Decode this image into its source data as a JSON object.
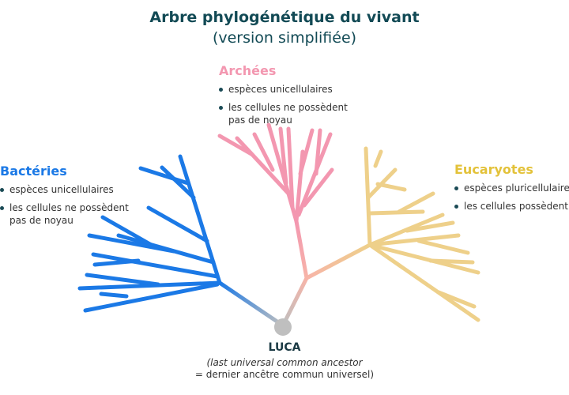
{
  "title": "Arbre phylogénétique du vivant",
  "subtitle": "(version simplifiée)",
  "groups": {
    "bacteria": {
      "name": "Bactéries",
      "color": "#1b79e6",
      "points": [
        "espèces unicellulaires",
        "les cellules ne possèdent",
        "pas de noyau"
      ]
    },
    "archaea": {
      "name": "Archées",
      "color": "#f397b0",
      "points": [
        "espèces unicellulaires",
        "les cellules ne possèdent",
        "pas de noyau"
      ]
    },
    "eukaryotes": {
      "name": "Eucaryotes",
      "color": "#e3c23a",
      "points": [
        "espèces pluricellulaires",
        "les cellules possèdent un"
      ]
    }
  },
  "luca": {
    "name": "LUCA",
    "full_name": "(last universal common ancestor",
    "translation": "= dernier ancêtre commun universel)",
    "color": "#bfbfbf"
  }
}
